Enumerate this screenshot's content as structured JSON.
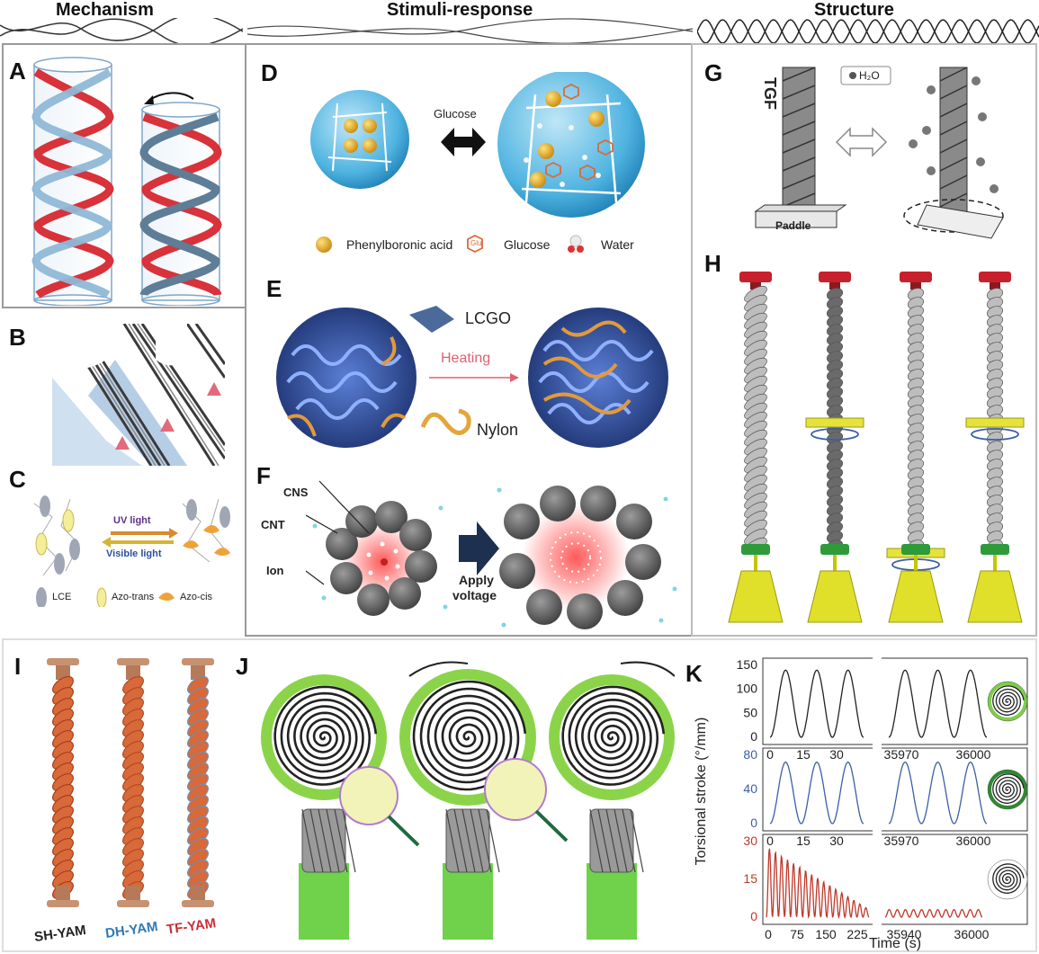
{
  "headers": {
    "mechanism": "Mechanism",
    "stimuli": "Stimuli-response",
    "structure": "Structure"
  },
  "panels": {
    "A": "A",
    "B": "B",
    "C": "C",
    "D": "D",
    "E": "E",
    "F": "F",
    "G": "G",
    "H": "H",
    "I": "I",
    "J": "J",
    "K": "K"
  },
  "panel_c": {
    "uv": "UV light",
    "visible": "Visible light",
    "lce": "LCE",
    "trans": "Azo-trans",
    "cis": "Azo-cis"
  },
  "panel_d": {
    "glucose_arrow": "Glucose",
    "pba": "Phenylboronic acid",
    "glu_sym": "Glu",
    "glucose": "Glucose",
    "water": "Water"
  },
  "panel_e": {
    "lcgo": "LCGO",
    "heating": "Heating",
    "nylon": "Nylon"
  },
  "panel_f": {
    "cns": "CNS",
    "cnt": "CNT",
    "ion": "Ion",
    "apply1": "Apply",
    "apply2": "voltage"
  },
  "panel_g": {
    "tgf": "TGF",
    "paddle": "Paddle",
    "h2o": "H₂O"
  },
  "panel_i": {
    "sh": "SH-YAM",
    "dh": "DH-YAM",
    "tf": "TF-YAM"
  },
  "chart_data": {
    "type": "line",
    "ylabel": "Torsional stroke (°/mm)",
    "xlabel": "Time (s)",
    "series": [
      {
        "ylim": [
          0,
          150
        ],
        "yticks": [
          "150",
          "100",
          "50",
          "0"
        ],
        "xticks": [
          "0",
          "15",
          "30",
          "35970",
          "36000"
        ],
        "color": "#222222",
        "amplitude": 140,
        "cycles": 3
      },
      {
        "ylim": [
          0,
          80
        ],
        "yticks": [
          "80",
          "40",
          "0"
        ],
        "xticks": [
          "0",
          "15",
          "30",
          "35970",
          "36000"
        ],
        "color": "#3a5fa8",
        "amplitude": 72,
        "cycles": 3
      },
      {
        "ylim": [
          0,
          30
        ],
        "yticks": [
          "30",
          "15",
          "0"
        ],
        "xticks": [
          "0",
          "75",
          "150",
          "225",
          "35940",
          "36000"
        ],
        "color": "#c0392b",
        "amplitude_start": 28,
        "amplitude_end": 3,
        "cycles": 17
      }
    ]
  }
}
